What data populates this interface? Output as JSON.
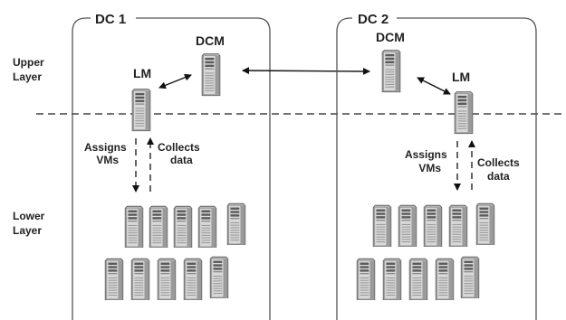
{
  "layers": {
    "upper": [
      "Upper",
      "Layer"
    ],
    "lower": [
      "Lower",
      "Layer"
    ]
  },
  "datacenters": [
    {
      "name": "DC 1",
      "dcm_label": "DCM",
      "lm_label": "LM",
      "assigns": [
        "Assigns",
        "VMs"
      ],
      "collects": [
        "Collects",
        "data"
      ]
    },
    {
      "name": "DC 2",
      "dcm_label": "DCM",
      "lm_label": "LM",
      "assigns": [
        "Assigns",
        "VMs"
      ],
      "collects": [
        "Collects",
        "data"
      ]
    }
  ],
  "icons": {
    "server": "server-tower-icon"
  },
  "colors": {
    "frame": "#555555",
    "divider": "#222222",
    "server_body": "#cfcfcf",
    "server_dark": "#6f6f6f"
  }
}
